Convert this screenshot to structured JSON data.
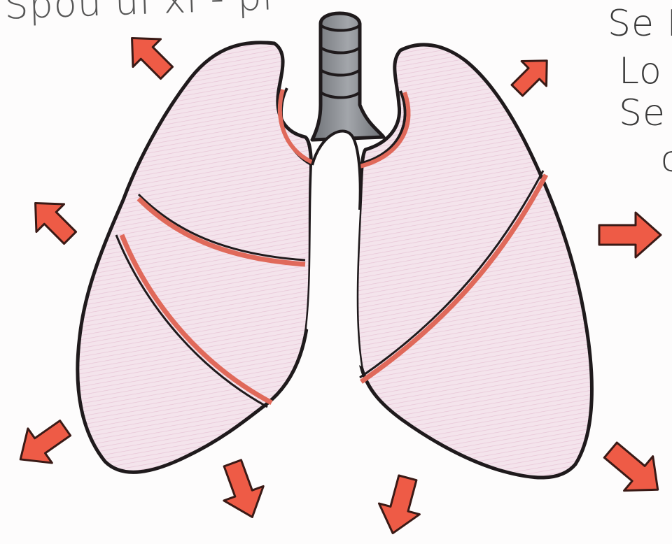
{
  "handwriting": {
    "top_partial": "Spou  ui  xi  - pi",
    "right_line1": "Se I",
    "right_line2": "Lo",
    "right_line3": "Se",
    "right_line4": "c"
  },
  "colors": {
    "lung_fill": "#f3dde8",
    "lung_outline": "#1f1a1c",
    "fissure": "#e0695a",
    "trachea": "#8d9096",
    "arrow_fill": "#ee5b46",
    "arrow_outline": "#3a1a16"
  },
  "icons": {
    "arrow": "outward-arrow-icon",
    "trachea": "trachea-icon"
  }
}
